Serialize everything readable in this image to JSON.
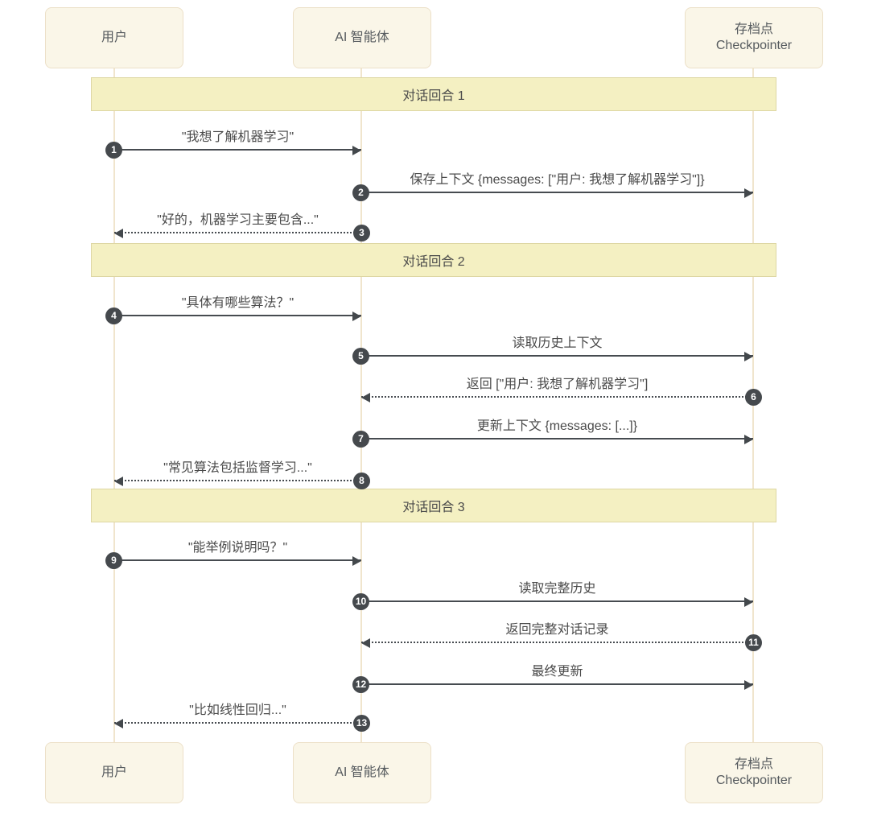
{
  "diagram": {
    "type": "sequence",
    "actors": [
      {
        "id": "user",
        "label": "用户",
        "sublabel": ""
      },
      {
        "id": "agent",
        "label": "AI 智能体",
        "sublabel": ""
      },
      {
        "id": "checkpointer",
        "label": "存档点",
        "sublabel": "Checkpointer"
      }
    ],
    "sections": [
      {
        "title": "对话回合 1"
      },
      {
        "title": "对话回合 2"
      },
      {
        "title": "对话回合 3"
      }
    ],
    "messages": [
      {
        "seq": 1,
        "from": "user",
        "to": "agent",
        "line": "solid",
        "text": "\"我想了解机器学习\""
      },
      {
        "seq": 2,
        "from": "agent",
        "to": "checkpointer",
        "line": "solid",
        "text": "保存上下文 {messages: [\"用户: 我想了解机器学习\"]}"
      },
      {
        "seq": 3,
        "from": "agent",
        "to": "user",
        "line": "dashed",
        "text": "\"好的，机器学习主要包含...\""
      },
      {
        "seq": 4,
        "from": "user",
        "to": "agent",
        "line": "solid",
        "text": "\"具体有哪些算法？\""
      },
      {
        "seq": 5,
        "from": "agent",
        "to": "checkpointer",
        "line": "solid",
        "text": "读取历史上下文"
      },
      {
        "seq": 6,
        "from": "checkpointer",
        "to": "agent",
        "line": "dashed",
        "text": "返回 [\"用户: 我想了解机器学习\"]"
      },
      {
        "seq": 7,
        "from": "agent",
        "to": "checkpointer",
        "line": "solid",
        "text": "更新上下文 {messages: [...]}"
      },
      {
        "seq": 8,
        "from": "agent",
        "to": "user",
        "line": "dashed",
        "text": "\"常见算法包括监督学习...\""
      },
      {
        "seq": 9,
        "from": "user",
        "to": "agent",
        "line": "solid",
        "text": "\"能举例说明吗？\""
      },
      {
        "seq": 10,
        "from": "agent",
        "to": "checkpointer",
        "line": "solid",
        "text": "读取完整历史"
      },
      {
        "seq": 11,
        "from": "checkpointer",
        "to": "agent",
        "line": "dashed",
        "text": "返回完整对话记录"
      },
      {
        "seq": 12,
        "from": "agent",
        "to": "checkpointer",
        "line": "solid",
        "text": "最终更新"
      },
      {
        "seq": 13,
        "from": "agent",
        "to": "user",
        "line": "dashed",
        "text": "\"比如线性回归...\""
      }
    ],
    "colors": {
      "actor_fill": "#faf6e8",
      "actor_border": "#ece0c8",
      "band_fill": "#f4f0c2",
      "band_border": "#ded7a4",
      "lifeline": "#f0e5cd",
      "arrow": "#464b50",
      "badge_fill": "#45494d",
      "badge_text": "#ffffff",
      "text": "#4a4a4a"
    }
  }
}
